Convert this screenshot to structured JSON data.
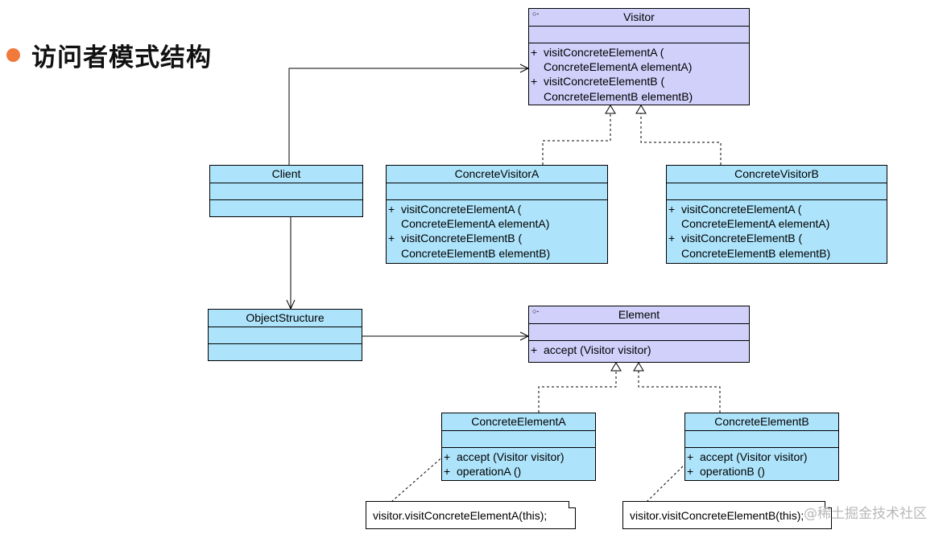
{
  "title": "访问者模式结构",
  "classes": {
    "visitor": {
      "name": "Visitor",
      "ops": [
        {
          "sign": "+",
          "lines": [
            "visitConcreteElementA (",
            "ConcreteElementA elementA)"
          ]
        },
        {
          "sign": "+",
          "lines": [
            "visitConcreteElementB (",
            "ConcreteElementB elementB)"
          ]
        }
      ]
    },
    "concrete_visitor_a": {
      "name": "ConcreteVisitorA",
      "ops": [
        {
          "sign": "+",
          "lines": [
            "visitConcreteElementA (",
            "ConcreteElementA elementA)"
          ]
        },
        {
          "sign": "+",
          "lines": [
            "visitConcreteElementB (",
            "ConcreteElementB elementB)"
          ]
        }
      ]
    },
    "concrete_visitor_b": {
      "name": "ConcreteVisitorB",
      "ops": [
        {
          "sign": "+",
          "lines": [
            "visitConcreteElementA (",
            "ConcreteElementA elementA)"
          ]
        },
        {
          "sign": "+",
          "lines": [
            "visitConcreteElementB (",
            "ConcreteElementB elementB)"
          ]
        }
      ]
    },
    "client": {
      "name": "Client"
    },
    "object_structure": {
      "name": "ObjectStructure"
    },
    "element": {
      "name": "Element",
      "ops": [
        {
          "sign": "+",
          "lines": [
            "accept (Visitor visitor)"
          ]
        }
      ]
    },
    "concrete_element_a": {
      "name": "ConcreteElementA",
      "ops": [
        {
          "sign": "+",
          "lines": [
            "accept (Visitor visitor)"
          ]
        },
        {
          "sign": "+",
          "lines": [
            "operationA ()"
          ]
        }
      ]
    },
    "concrete_element_b": {
      "name": "ConcreteElementB",
      "ops": [
        {
          "sign": "+",
          "lines": [
            "accept (Visitor visitor)"
          ]
        },
        {
          "sign": "+",
          "lines": [
            "operationB ()"
          ]
        }
      ]
    }
  },
  "notes": {
    "note_a": "visitor.visitConcreteElementA(this);",
    "note_b": "visitor.visitConcreteElementB(this);"
  },
  "watermark": "@稀土掘金技术社区",
  "colors": {
    "class_fill": "#aee4fb",
    "interface_fill": "#d1d0fb",
    "bullet": "#f07a3a"
  }
}
